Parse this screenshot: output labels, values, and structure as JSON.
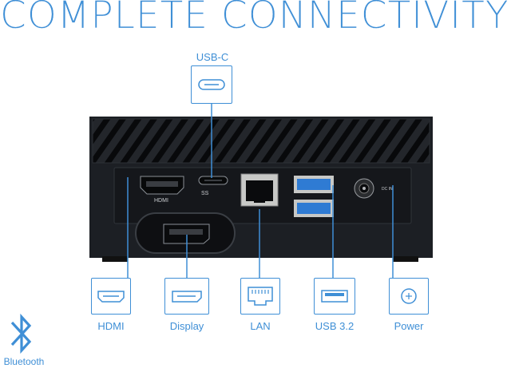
{
  "headline": "COMPLETE CONNECTIVITY",
  "device": {
    "port_labels": {
      "hdmi": "HDMI",
      "usb_c": "SS",
      "dc": "DC IN"
    }
  },
  "callouts": {
    "usbc": {
      "label": "USB-C",
      "icon": "usb-c-port-icon"
    },
    "hdmi": {
      "label": "HDMI",
      "icon": "hdmi-port-icon"
    },
    "display": {
      "label": "Display",
      "icon": "displayport-icon"
    },
    "lan": {
      "label": "LAN",
      "icon": "ethernet-port-icon"
    },
    "usb": {
      "label": "USB 3.2",
      "icon": "usb-port-icon"
    },
    "power": {
      "label": "Power",
      "icon": "power-jack-icon"
    }
  },
  "bluetooth": {
    "label": "Bluetooth",
    "icon": "bluetooth-icon"
  },
  "colors": {
    "accent": "#3f8fd6",
    "device": "#1b1e23",
    "usb_blue": "#2f7bd3"
  }
}
